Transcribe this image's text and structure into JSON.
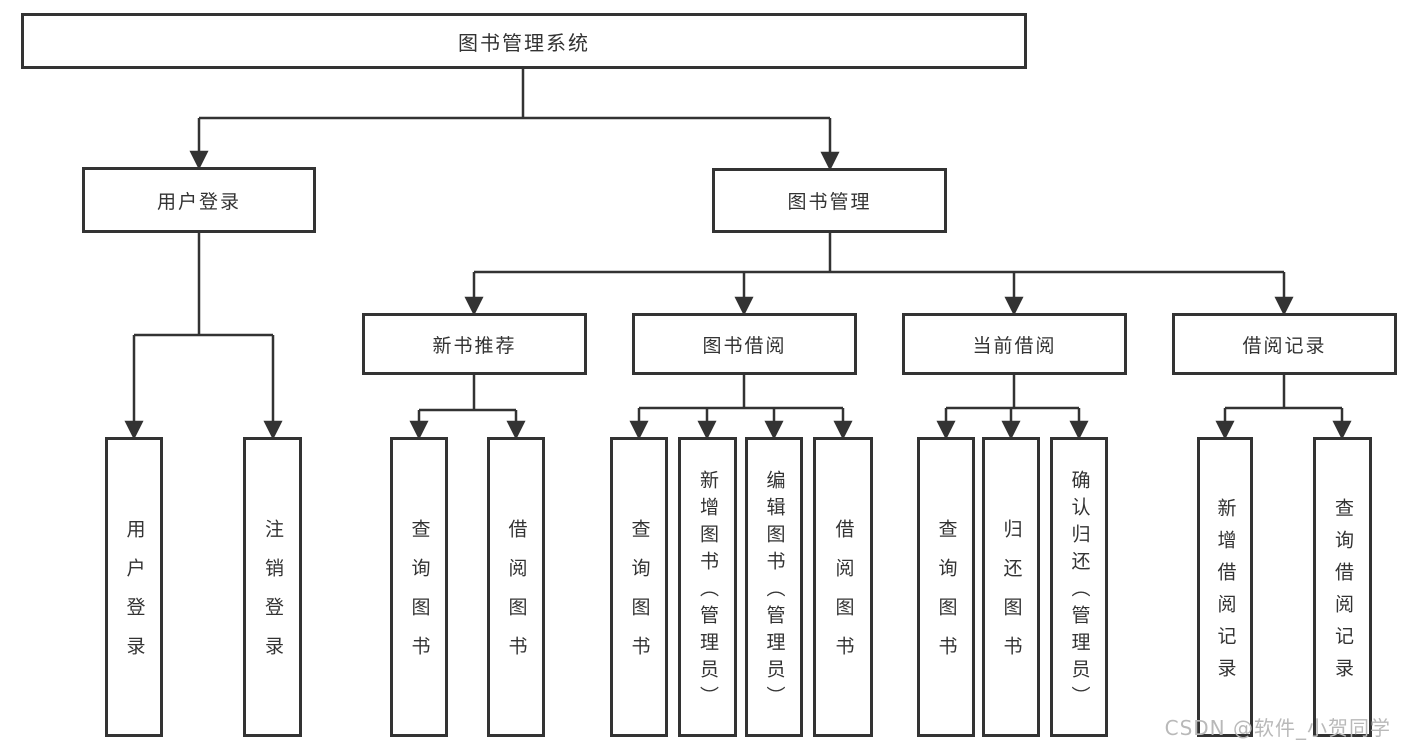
{
  "tree": {
    "root": "图书管理系统",
    "branches": [
      {
        "label": "用户登录",
        "children": [
          "用户登录",
          "注销登录"
        ]
      },
      {
        "label": "图书管理",
        "sections": [
          {
            "label": "新书推荐",
            "children": [
              "查询图书",
              "借阅图书"
            ]
          },
          {
            "label": "图书借阅",
            "children": [
              "查询图书",
              "新增图书（管理员）",
              "编辑图书（管理员）",
              "借阅图书"
            ]
          },
          {
            "label": "当前借阅",
            "children": [
              "查询图书",
              "归还图书",
              "确认归还（管理员）"
            ]
          },
          {
            "label": "借阅记录",
            "children": [
              "新增借阅记录",
              "查询借阅记录"
            ]
          }
        ]
      }
    ]
  },
  "watermark": "CSDN @软件_小贺同学",
  "colors": {
    "line": "#333333",
    "text": "#333333",
    "box_background": "#ffffff",
    "watermark": "#b9b9b9",
    "background": "#ffffff"
  }
}
